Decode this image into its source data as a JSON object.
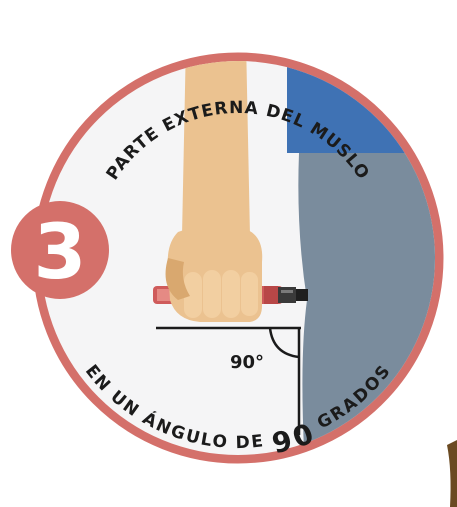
{
  "step": {
    "number": "3"
  },
  "top_caption": "PARTE EXTERNA DEL MUSLO",
  "bottom_caption": {
    "before": "EN UN ÁNGULO DE ",
    "number": "90",
    "after": " GRADOS"
  },
  "angle_label": "90°",
  "colors": {
    "ring": "#d4706a",
    "badge": "#d4706a",
    "badge_text": "#ffffff",
    "inner_bg": "#f5f5f6",
    "blue_panel": "#3f72b4",
    "grey_panel": "#7a8c9d",
    "skin": "#ebc290",
    "skin_shadow": "#d9a86f",
    "pen_body": "#cf5b5b",
    "pen_cap": "#2a2a2a",
    "text": "#1b1b1b"
  },
  "icons": [
    "hand-icon",
    "injection-pen-icon",
    "right-angle-icon"
  ]
}
